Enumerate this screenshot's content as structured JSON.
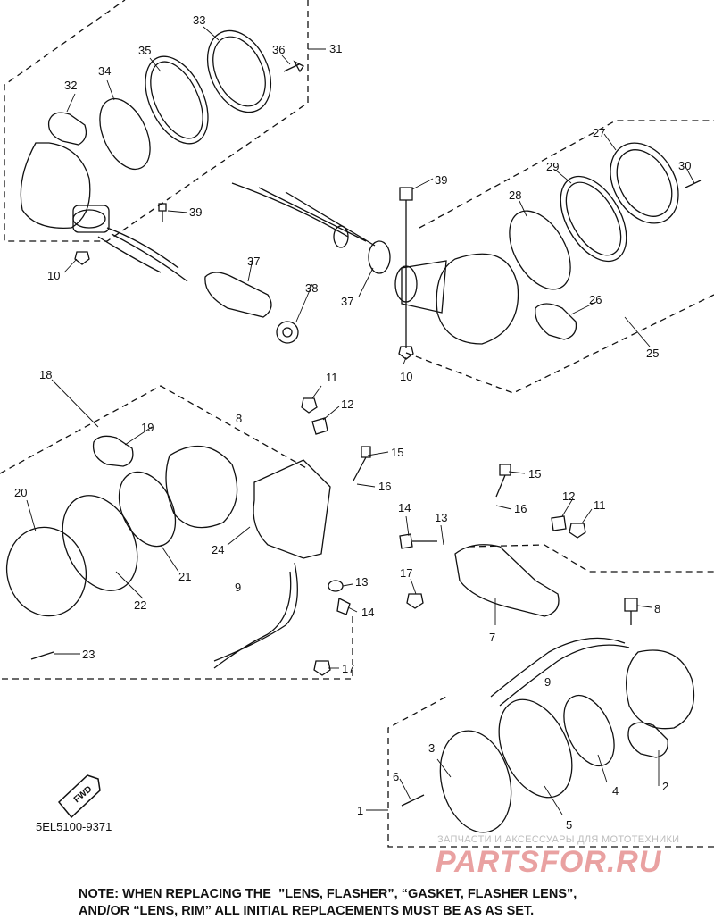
{
  "callouts": [
    "1",
    "2",
    "3",
    "4",
    "5",
    "6",
    "7",
    "8",
    "8",
    "9",
    "9",
    "10",
    "10",
    "11",
    "11",
    "12",
    "12",
    "13",
    "13",
    "14",
    "14",
    "15",
    "15",
    "16",
    "16",
    "17",
    "17",
    "18",
    "19",
    "20",
    "21",
    "22",
    "23",
    "24",
    "25",
    "26",
    "27",
    "28",
    "29",
    "30",
    "31",
    "32",
    "33",
    "34",
    "35",
    "36",
    "37",
    "37",
    "38",
    "39",
    "39"
  ],
  "fwd_label": "FWD",
  "part_number": "5EL5100-9371",
  "watermark": {
    "caption": "ЗАПЧАСТИ И АКСЕССУАРЫ ДЛЯ МОТОТЕХНИКИ",
    "logo": "PARTSFOR.RU"
  },
  "note": {
    "line1": "NOTE: WHEN REPLACING THE  ”LENS, FLASHER”, “GASKET, FLASHER LENS”,",
    "line2": "AND/OR “LENS, RIM” ALL INITIAL REPLACEMENTS MUST BE AS AS SET."
  }
}
